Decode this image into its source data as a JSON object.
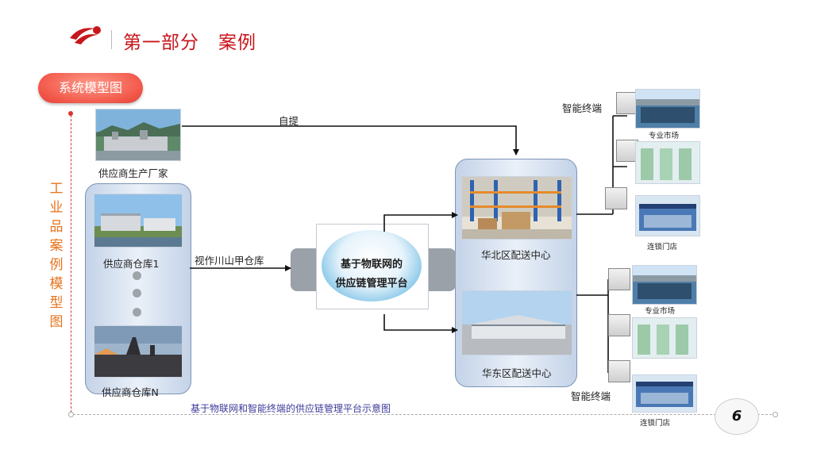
{
  "header": {
    "title": "第一部分　案例",
    "logo_icon": "red-swoosh-logo-icon",
    "accent_color": "#c8161d"
  },
  "badge": {
    "label": "系统模型图",
    "color": "#f2584a"
  },
  "side_title": [
    "工",
    "业",
    "品",
    "案",
    "例",
    "模",
    "型",
    "图"
  ],
  "side_title_color": "#e8731e",
  "diagram": {
    "supplier_factory": "供应商生产厂家",
    "supplier_warehouse_1": "供应商仓库1",
    "supplier_warehouse_n": "供应商仓库N",
    "self_pickup": "自提",
    "route_label": "视作川山甲仓库",
    "platform": {
      "line1": "基于物联网的",
      "line2": "供应链管理平台"
    },
    "north_center": "华北区配送中心",
    "east_center": "华东区配送中心",
    "terminal_top": "智能终端",
    "terminal_bottom": "智能终端",
    "north_outlets": [
      "专业市场",
      "",
      "连锁门店"
    ],
    "east_outlets": [
      "专业市场",
      "",
      "连锁门店"
    ]
  },
  "caption": "基于物联网和智能终端的供应链管理平台示意图",
  "page_number": "6"
}
